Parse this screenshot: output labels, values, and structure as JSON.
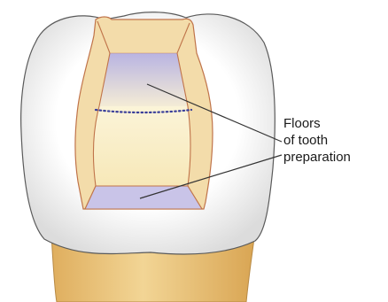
{
  "annotation": {
    "lines": [
      "Floors",
      "of tooth",
      "preparation"
    ]
  },
  "colors": {
    "enamel": "#ffffff",
    "enamel_outline": "#5a5a5a",
    "enamel_shade": "#e6e6e6",
    "root": "#e8c27a",
    "dentin_wall": "#f3dcaa",
    "dentin_outline": "#c0744a",
    "floor": "#c9c4e8",
    "cavity_center": "#fbf3d2",
    "dotted_line": "#3a3f9a",
    "leader_line": "#333333"
  }
}
